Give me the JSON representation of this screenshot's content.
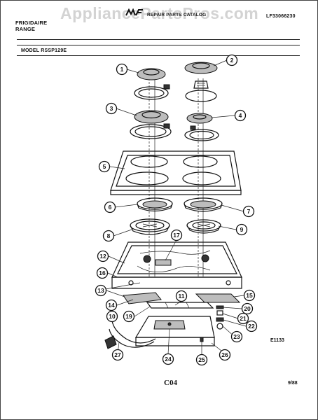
{
  "header": {
    "brand_line1": "FRIGIDAIRE",
    "brand_line2": "RANGE",
    "catalog_title": "REPAIR PARTS CATALOG",
    "document_number": "LF33066230",
    "watermark": "AppliancePartsPros.com"
  },
  "model": "MODEL RSSP129E",
  "callouts": [
    "1",
    "2",
    "3",
    "4",
    "5",
    "6",
    "7",
    "8",
    "9",
    "17",
    "12",
    "16",
    "13",
    "11",
    "15",
    "14",
    "10",
    "20",
    "21",
    "19",
    "22",
    "23",
    "27",
    "24",
    "25",
    "26"
  ],
  "drawing_code": "E1133",
  "page_number": "C04",
  "date": "9/88",
  "colors": {
    "ink": "#111111",
    "paper": "#ffffff",
    "watermark": "#b0b0b0"
  }
}
